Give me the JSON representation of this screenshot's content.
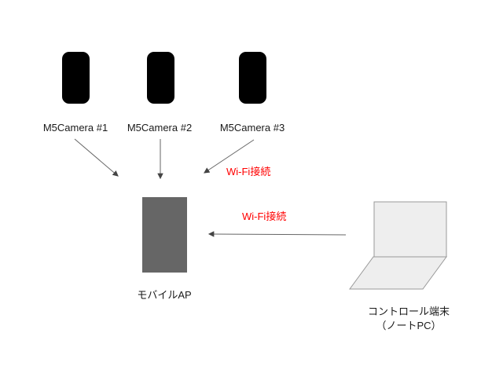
{
  "diagram": {
    "title": "",
    "cameras": [
      {
        "label": "M5Camera #1"
      },
      {
        "label": "M5Camera #2"
      },
      {
        "label": "M5Camera #3"
      }
    ],
    "mobile_ap": {
      "label": "モバイルAP"
    },
    "control_terminal": {
      "label_line1": "コントロール端末",
      "label_line2": "（ノートPC）"
    },
    "wifi_labels": [
      {
        "text": "Wi-Fi接続"
      },
      {
        "text": "Wi-Fi接続"
      }
    ],
    "colors": {
      "background": "#ffffff",
      "camera_fill": "#000000",
      "ap_fill": "#666666",
      "laptop_fill": "#eeeeee",
      "laptop_stroke": "#999999",
      "arrow_stroke": "#666666",
      "arrowhead_fill": "#444444",
      "wifi_text": "#ff0000",
      "label_text": "#1a1a1a"
    }
  }
}
